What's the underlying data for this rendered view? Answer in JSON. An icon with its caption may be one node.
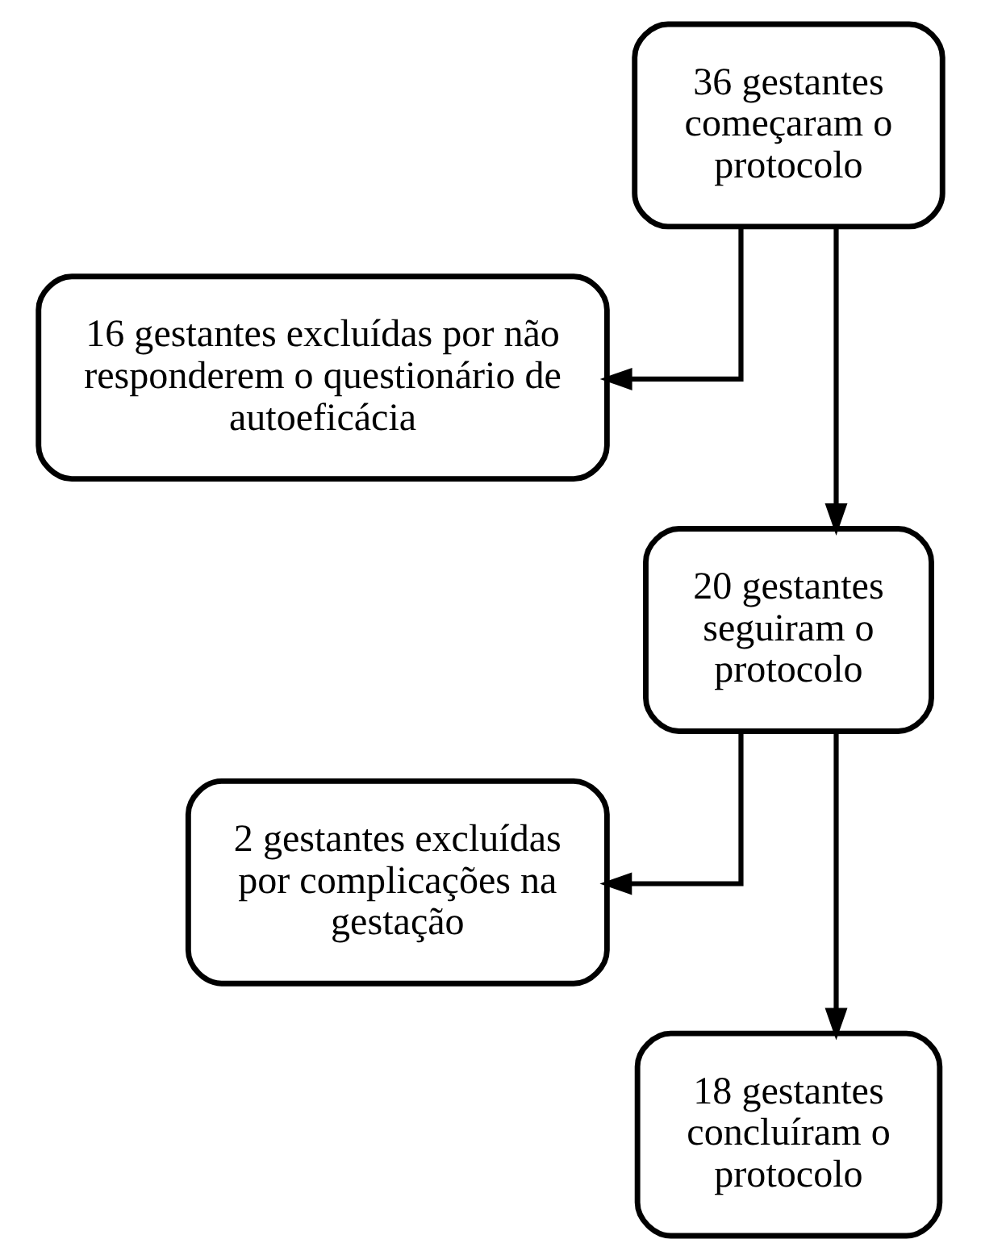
{
  "diagram": {
    "nodes": [
      {
        "text": [
          "36 gestantes começaram o protocolo"
        ]
      },
      {
        "text": [
          "16 gestantes excluídas por não responderem o questionário de autoeficácia"
        ]
      },
      {
        "text": [
          "20 gestantes seguiram o protocolo"
        ]
      },
      {
        "text": [
          "2 gestantes excluídas por complicações na gestação"
        ]
      },
      {
        "text": [
          "18 gestantes concluíram o protocolo"
        ]
      }
    ],
    "edges": [
      {
        "from": 0,
        "to": 2,
        "arrow": "to"
      },
      {
        "from": 0,
        "to": 1,
        "arrow": "to"
      },
      {
        "from": 2,
        "to": 4,
        "arrow": "to"
      },
      {
        "from": 2,
        "to": 3,
        "arrow": "to"
      }
    ]
  }
}
